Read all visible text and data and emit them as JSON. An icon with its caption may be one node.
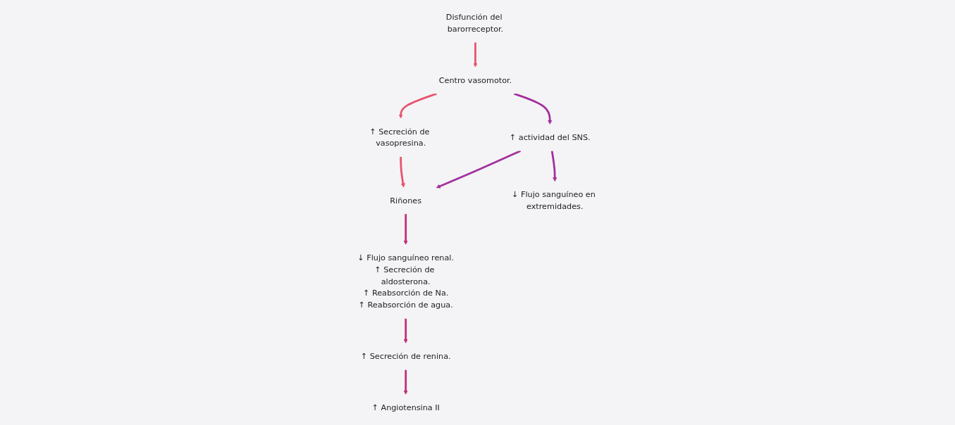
{
  "diagram": {
    "nodes": [
      {
        "text": [
          "Disfunción del barorreceptor."
        ]
      },
      {
        "text": [
          "Centro vasomotor."
        ]
      },
      {
        "text": [
          "↑ Secreción de vasopresina."
        ]
      },
      {
        "text": [
          "↑ actividad del SNS."
        ]
      },
      {
        "text": [
          "Riñones"
        ]
      },
      {
        "text": [
          "↓ Flujo sanguíneo en extremidades."
        ]
      },
      {
        "text": [
          "↓ Flujo sanguíneo renal.",
          "↑ Secreción de aldosterona.",
          "↑ Reabsorción de Na.",
          "↑ Reabsorción de agua."
        ]
      },
      {
        "text": [
          "↑ Secreción de renina."
        ]
      },
      {
        "text": [
          "↑ Angiotensina II"
        ]
      }
    ],
    "edges": [
      {
        "from": 0,
        "to": 1,
        "arrow": "to",
        "color": "#e8546e"
      },
      {
        "from": 1,
        "to": 2,
        "arrow": "to",
        "color": "#e8546e"
      },
      {
        "from": 1,
        "to": 3,
        "arrow": "to",
        "color": "#a3309c"
      },
      {
        "from": 2,
        "to": 4,
        "arrow": "to",
        "color": "#e8546e"
      },
      {
        "from": 3,
        "to": 4,
        "arrow": "to",
        "color": "#a3309c"
      },
      {
        "from": 3,
        "to": 5,
        "arrow": "to",
        "color": "#a3309c"
      },
      {
        "from": 4,
        "to": 6,
        "arrow": "to",
        "color": "#c2307a"
      },
      {
        "from": 6,
        "to": 7,
        "arrow": "to",
        "color": "#c2307a"
      },
      {
        "from": 7,
        "to": 8,
        "arrow": "to",
        "color": "#c2307a"
      }
    ]
  }
}
